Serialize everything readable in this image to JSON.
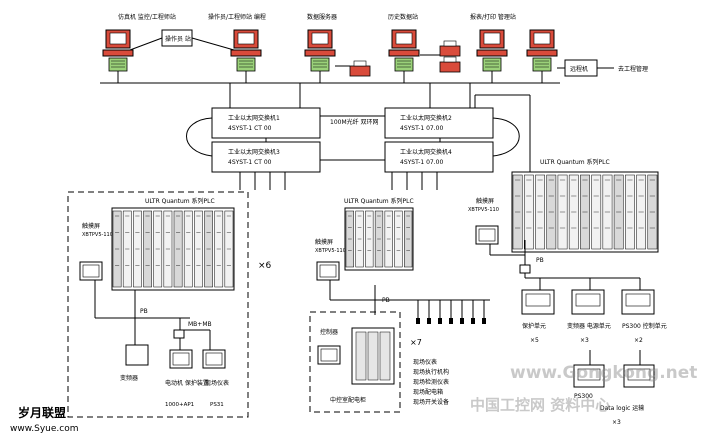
{
  "top_labels": [
    "仿真机 监控/工程师站",
    "操作员/工程师站 编程",
    "数据服务器",
    "历史数据站",
    "报表/打印 管理站"
  ],
  "top_box_label": "操作员 站",
  "right_box_label": "远程机",
  "right_arrow_label": "去工程管理",
  "switches": [
    {
      "line1": "工业以太网交换机1",
      "line2": "4SYST-1 CT 00"
    },
    {
      "line1": "工业以太网交换机2",
      "line2": "4SYST-1 07.00"
    },
    {
      "line1": "工业以太网交换机3",
      "line2": "4SYST-1 CT 00"
    },
    {
      "line1": "工业以太网交换机4",
      "line2": "4SYST-1 07.00"
    }
  ],
  "ring_label": "100M光纤 双环网",
  "plc_left_title": "ULTR Quantum 系列PLC",
  "plc_mid_title": "ULTR Quantum 系列PLC",
  "plc_right_title": "ULTR Quantum 系列PLC",
  "left_panel_label": "触摸屏",
  "left_panel_sub": "XBTPV5-110",
  "mid_panel_label": "触摸屏",
  "mid_panel_sub": "XBTPV5-110",
  "right_panel_label": "触摸屏",
  "right_panel_sub": "XBTPV5-110",
  "multiplier_left": "×6",
  "multiplier_mid": "×7",
  "bus_label_left": "PB",
  "bus_label_mid": "PB",
  "bus_label_right": "PB",
  "mb_label": "MB+MB",
  "left_bottom_items": [
    "变频器",
    "电动机 保护装置",
    "现场仪表"
  ],
  "left_bottom_sub": [
    "1000+AP1",
    "PS31"
  ],
  "mid_box_label": "控制器",
  "mid_cabinet_label": "中控室配电柜",
  "mid_field_items": [
    "现场仪表",
    "现场执行机构",
    "现场检测仪表",
    "现场配电箱",
    "现场开关设备"
  ],
  "right_devices": [
    {
      "label": "保护单元",
      "mult": "×5"
    },
    {
      "label": "变频器 电源单元",
      "mult": "×3"
    },
    {
      "label": "PS300 控制单元",
      "mult": "×2"
    },
    {
      "label": "PS300",
      "mult": ""
    },
    {
      "label": "Data logic 运输",
      "mult": "×3"
    }
  ],
  "watermark_left_cn": "岁月联盟",
  "watermark_left_url": "www.Syue.com",
  "watermark_right_url": "www.Gongkong.net",
  "watermark_right_cn": "中国工控网 资料中心"
}
